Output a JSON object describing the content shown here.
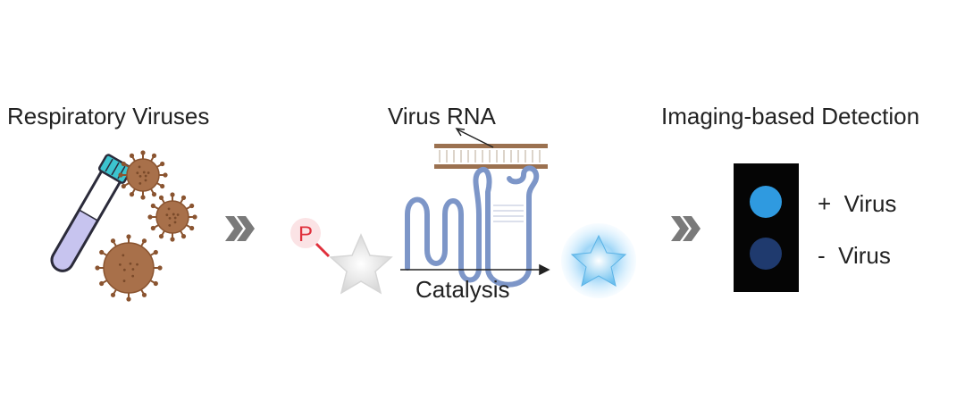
{
  "panels": {
    "left": {
      "title": "Respiratory Viruses"
    },
    "middle": {
      "title": "Virus RNA",
      "phosphate_label": "P",
      "arrow_label": "Catalysis"
    },
    "right": {
      "title": "Imaging-based Detection",
      "positive_label": "+  Virus",
      "negative_label": "-  Virus"
    }
  },
  "colors": {
    "virus": "#a8704a",
    "virus_spike": "#8a5430",
    "tube_outline": "#2b2b3a",
    "tube_cap": "#3cc4cf",
    "tube_liquid": "#c7c4ef",
    "rna_strand": "#7d96c8",
    "dna_bar": "#9b7150",
    "phosphate": "#e0303c",
    "positive_dot": "#2f9ae0",
    "negative_dot": "#1f3a6e",
    "chevron": "#7a7a7a"
  },
  "icons": [
    "test-tube-icon",
    "virus-icon",
    "chevron-right-icon",
    "star-icon",
    "glowing-star-icon"
  ]
}
